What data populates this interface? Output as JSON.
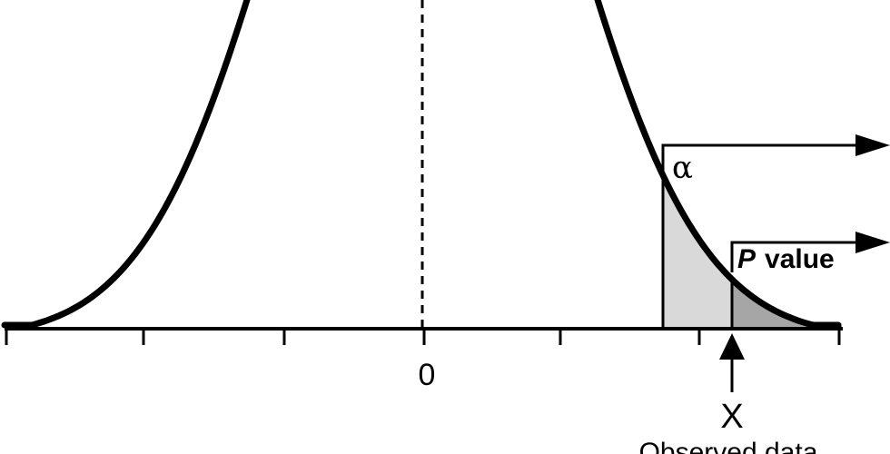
{
  "diagram": {
    "center_label": "0",
    "alpha_label": "α",
    "p_value_letter": "P",
    "p_value_word": "value",
    "observed_marker": "X",
    "observed_caption": "Observed data",
    "colors": {
      "curve": "#000000",
      "alpha_region": "#d9d9d9",
      "p_value_region": "#a6a6a6"
    }
  }
}
